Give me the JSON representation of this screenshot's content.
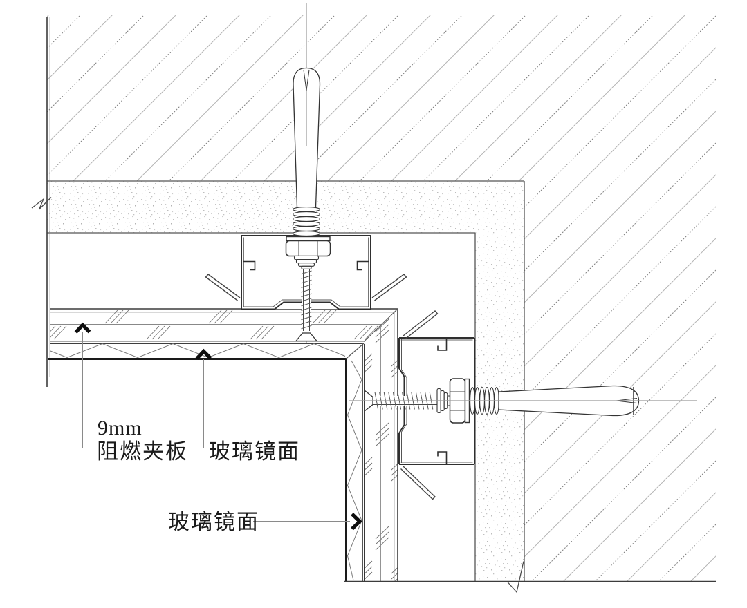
{
  "drawing": {
    "kind": "mirror-wall-ceiling-mounting-detail",
    "labels": {
      "plywood_size": "9mm",
      "plywood_name": "阻燃夹板",
      "mirror_ceiling": "玻璃镜面",
      "mirror_wall": "玻璃镜面"
    },
    "colors": {
      "bg": "#ffffff",
      "ink": "#2f2f2f",
      "line": "#3c3c3c",
      "hatch_solid": "#b5b5b5",
      "hatch_dashed": "#7f7f7f",
      "stipple": "#bfbfbf",
      "centerline": "#9a9a9a",
      "leader": "#8a8a8a",
      "text": "#1b1b1b"
    }
  }
}
